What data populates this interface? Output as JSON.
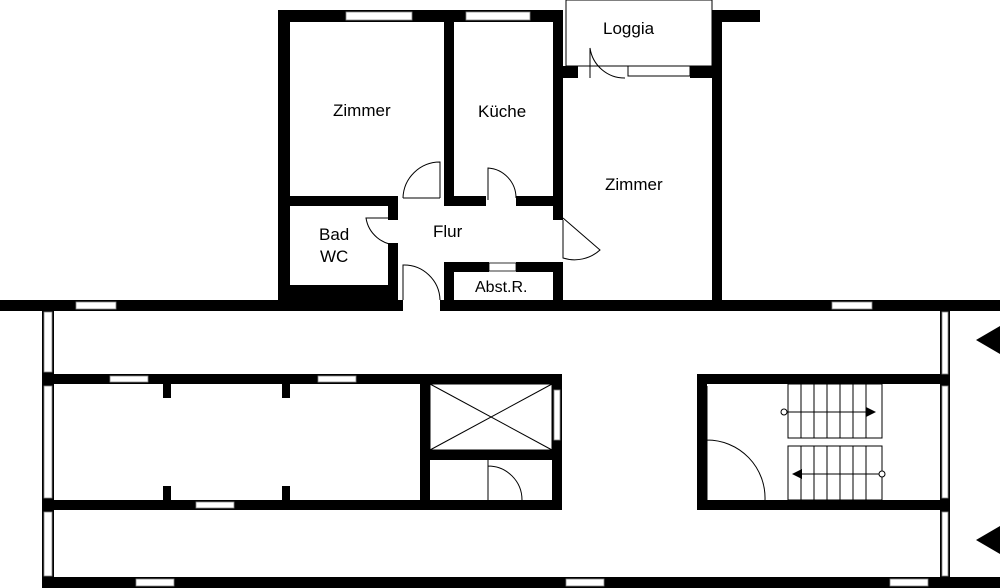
{
  "plan": {
    "rooms": {
      "loggia": "Loggia",
      "zimmer_1": "Zimmer",
      "kueche": "Küche",
      "zimmer_2": "Zimmer",
      "flur": "Flur",
      "bad": "Bad",
      "wc": "WC",
      "abstellraum": "Abst.R."
    }
  }
}
